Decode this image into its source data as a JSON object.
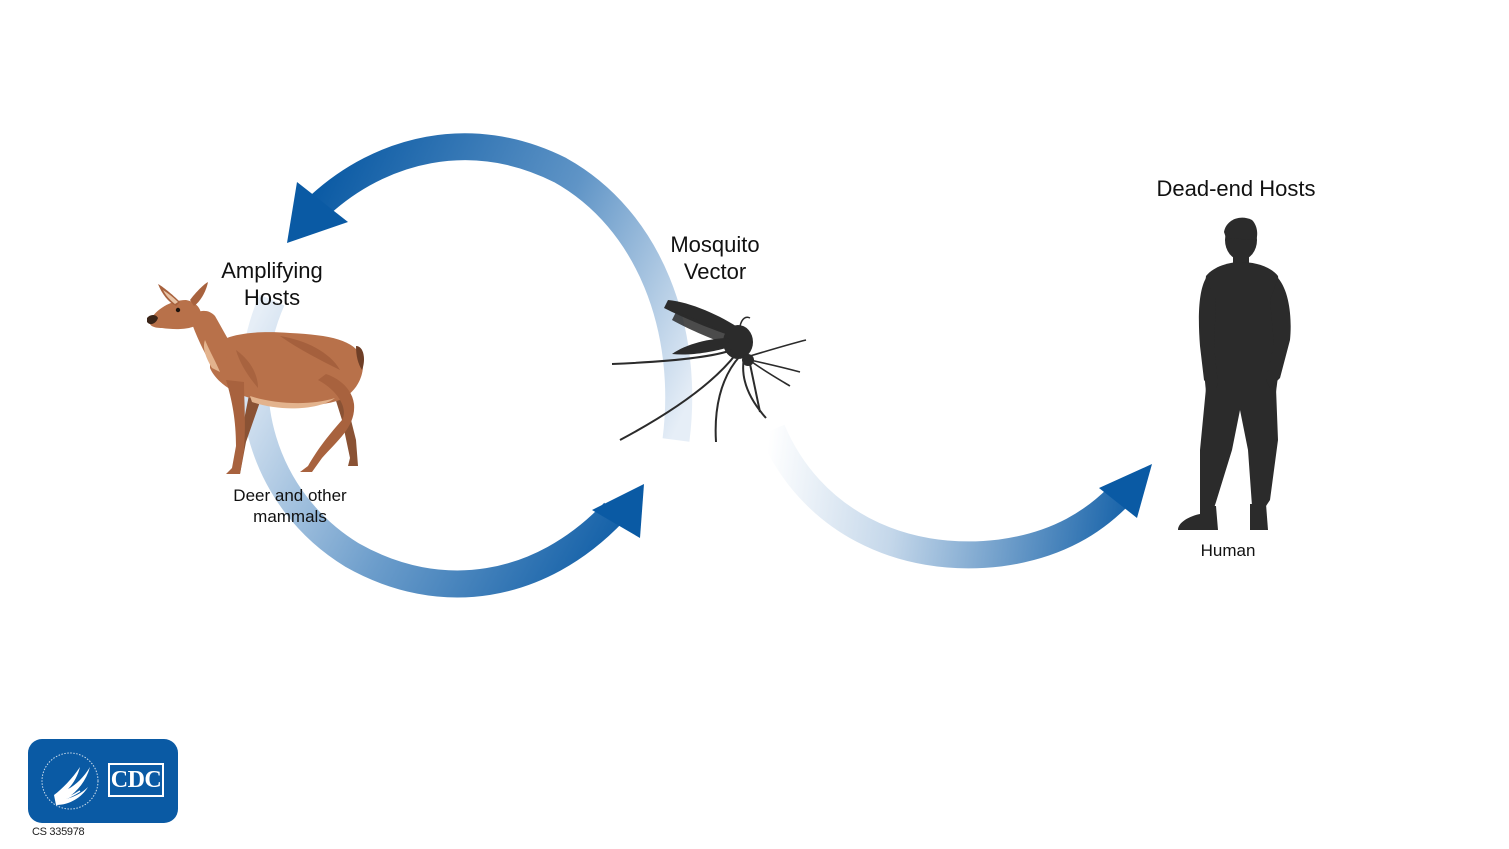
{
  "labels": {
    "amplifying_hosts": "Amplifying\nHosts",
    "mosquito_vector": "Mosquito\nVector",
    "dead_end_hosts": "Dead-end Hosts",
    "deer": "Deer and other\nmammals",
    "human": "Human"
  },
  "logo": {
    "text": "CDC"
  },
  "document_code": "CS 335978",
  "colors": {
    "arrow_blue": "#0a5aa4",
    "arrow_fade": "#dfe9f4",
    "silhouette": "#2b2b2b",
    "deer_body": "#b8714a",
    "deer_light": "#e3b38d",
    "deer_dark": "#6f3f27"
  },
  "icons": {
    "deer": "deer-illustration",
    "mosquito": "mosquito-silhouette",
    "human": "human-silhouette",
    "logo_emblem": "hhs-eagle-emblem"
  }
}
